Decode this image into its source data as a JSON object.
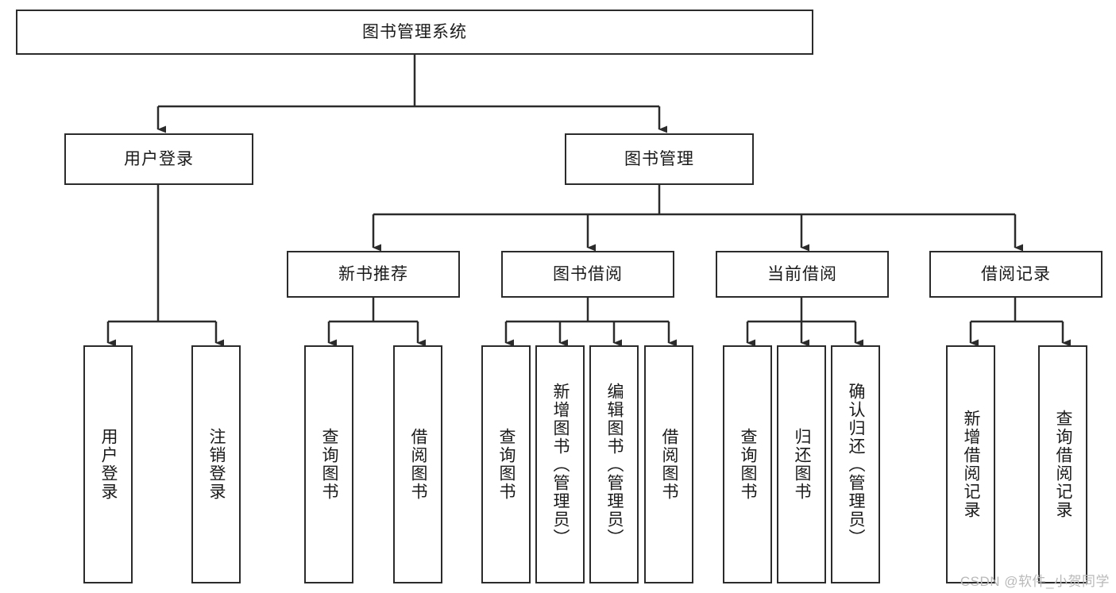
{
  "diagram": {
    "title": "图书管理系统",
    "type": "tree",
    "orientation": "top-down",
    "colors": {
      "box_border": "#2b2b2b",
      "box_fill": "#ffffff",
      "connector": "#2b2b2b",
      "text": "#1a1a1a",
      "watermark": "#b9b9b9"
    },
    "root": {
      "id": "root",
      "label": "图书管理系统",
      "text_direction": "horizontal"
    },
    "level2": [
      {
        "id": "user-login",
        "label": "用户登录",
        "text_direction": "horizontal"
      },
      {
        "id": "book-management",
        "label": "图书管理",
        "text_direction": "horizontal"
      }
    ],
    "level3": [
      {
        "id": "new-book-recommend",
        "label": "新书推荐",
        "parent": "book-management",
        "text_direction": "horizontal"
      },
      {
        "id": "book-borrow",
        "label": "图书借阅",
        "parent": "book-management",
        "text_direction": "horizontal"
      },
      {
        "id": "current-borrow",
        "label": "当前借阅",
        "parent": "book-management",
        "text_direction": "horizontal"
      },
      {
        "id": "borrow-record",
        "label": "借阅记录",
        "parent": "book-management",
        "text_direction": "horizontal"
      }
    ],
    "leaves": [
      {
        "id": "leaf-user-login",
        "label": "用户登录",
        "parent": "user-login",
        "text_direction": "vertical"
      },
      {
        "id": "leaf-user-logout",
        "label": "注销登录",
        "parent": "user-login",
        "text_direction": "vertical"
      },
      {
        "id": "leaf-query-book-recommend",
        "label": "查询图书",
        "parent": "new-book-recommend",
        "text_direction": "vertical"
      },
      {
        "id": "leaf-borrow-book-recommend",
        "label": "借阅图书",
        "parent": "new-book-recommend",
        "text_direction": "vertical"
      },
      {
        "id": "leaf-query-book-borrow",
        "label": "查询图书",
        "parent": "book-borrow",
        "text_direction": "vertical"
      },
      {
        "id": "leaf-add-book-admin",
        "label": "新增图书（管理员）",
        "parent": "book-borrow",
        "text_direction": "vertical"
      },
      {
        "id": "leaf-edit-book-admin",
        "label": "编辑图书（管理员）",
        "parent": "book-borrow",
        "text_direction": "vertical"
      },
      {
        "id": "leaf-borrow-book",
        "label": "借阅图书",
        "parent": "book-borrow",
        "text_direction": "vertical"
      },
      {
        "id": "leaf-query-book-current",
        "label": "查询图书",
        "parent": "current-borrow",
        "text_direction": "vertical"
      },
      {
        "id": "leaf-return-book",
        "label": "归还图书",
        "parent": "current-borrow",
        "text_direction": "vertical"
      },
      {
        "id": "leaf-confirm-return-admin",
        "label": "确认归还（管理员）",
        "parent": "current-borrow",
        "text_direction": "vertical"
      },
      {
        "id": "leaf-add-borrow-record",
        "label": "新增借阅记录",
        "parent": "borrow-record",
        "text_direction": "vertical"
      },
      {
        "id": "leaf-query-borrow-record",
        "label": "查询借阅记录",
        "parent": "borrow-record",
        "text_direction": "vertical"
      }
    ],
    "watermark": "CSDN @软件_小贺同学"
  }
}
